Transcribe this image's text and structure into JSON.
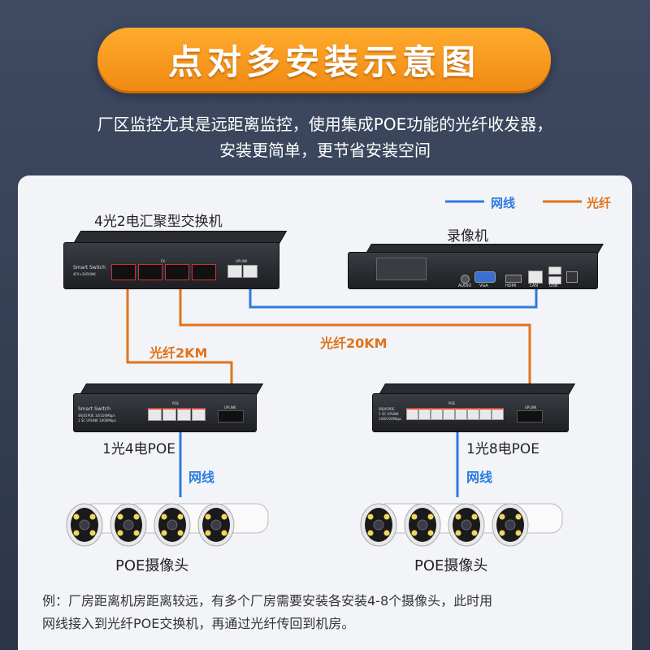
{
  "title": "点对多安装示意图",
  "intro": {
    "line1": "厂区监控尤其是远距离监控，使用集成POE功能的光纤收发器，",
    "line2": "安装更简单，更节省安装空间"
  },
  "legend": {
    "ethernet": "网线",
    "fiber": "光纤",
    "ethernet_color": "#2c7be0",
    "fiber_color": "#e0741a"
  },
  "devices": {
    "aggregation_switch": {
      "label": "4光2电汇聚型交换机",
      "brand": "Smart Switch",
      "sub": "4FX+2UPLINK",
      "fx": "FX",
      "uplink": "UPLINK"
    },
    "nvr": {
      "label": "录像机",
      "ports": [
        "AUDIO",
        "VGA",
        "HDMI",
        "LAN",
        "USB"
      ]
    },
    "switch_left": {
      "label": "1光4电POE",
      "brand": "Smart Switch",
      "sub1": "4RJ45POE 10/100Mbps",
      "sub2": "1 SC UPLINK 1000Mbps",
      "poe": "POE",
      "uplink": "UPLINK"
    },
    "switch_right": {
      "label": "1光8电POE",
      "sub1": "8RJ45POE",
      "sub2": "1 SC UPLINK",
      "sub3": "10M/100Mbps",
      "poe": "POE",
      "uplink": "UPLINK"
    }
  },
  "routes": {
    "fiber_left": "光纤2KM",
    "fiber_right": "光纤20KM",
    "eth_left": "网线",
    "eth_right": "网线"
  },
  "cameras": {
    "left_label": "POE摄像头",
    "right_label": "POE摄像头",
    "left_count": 4,
    "right_count": 4
  },
  "note": {
    "line1": "例：厂房距离机房距离较远，有多个厂房需要安装各安装4-8个摄像头，此时用",
    "line2": "网线接入到光纤POE交换机，再通过光纤传回到机房。"
  }
}
